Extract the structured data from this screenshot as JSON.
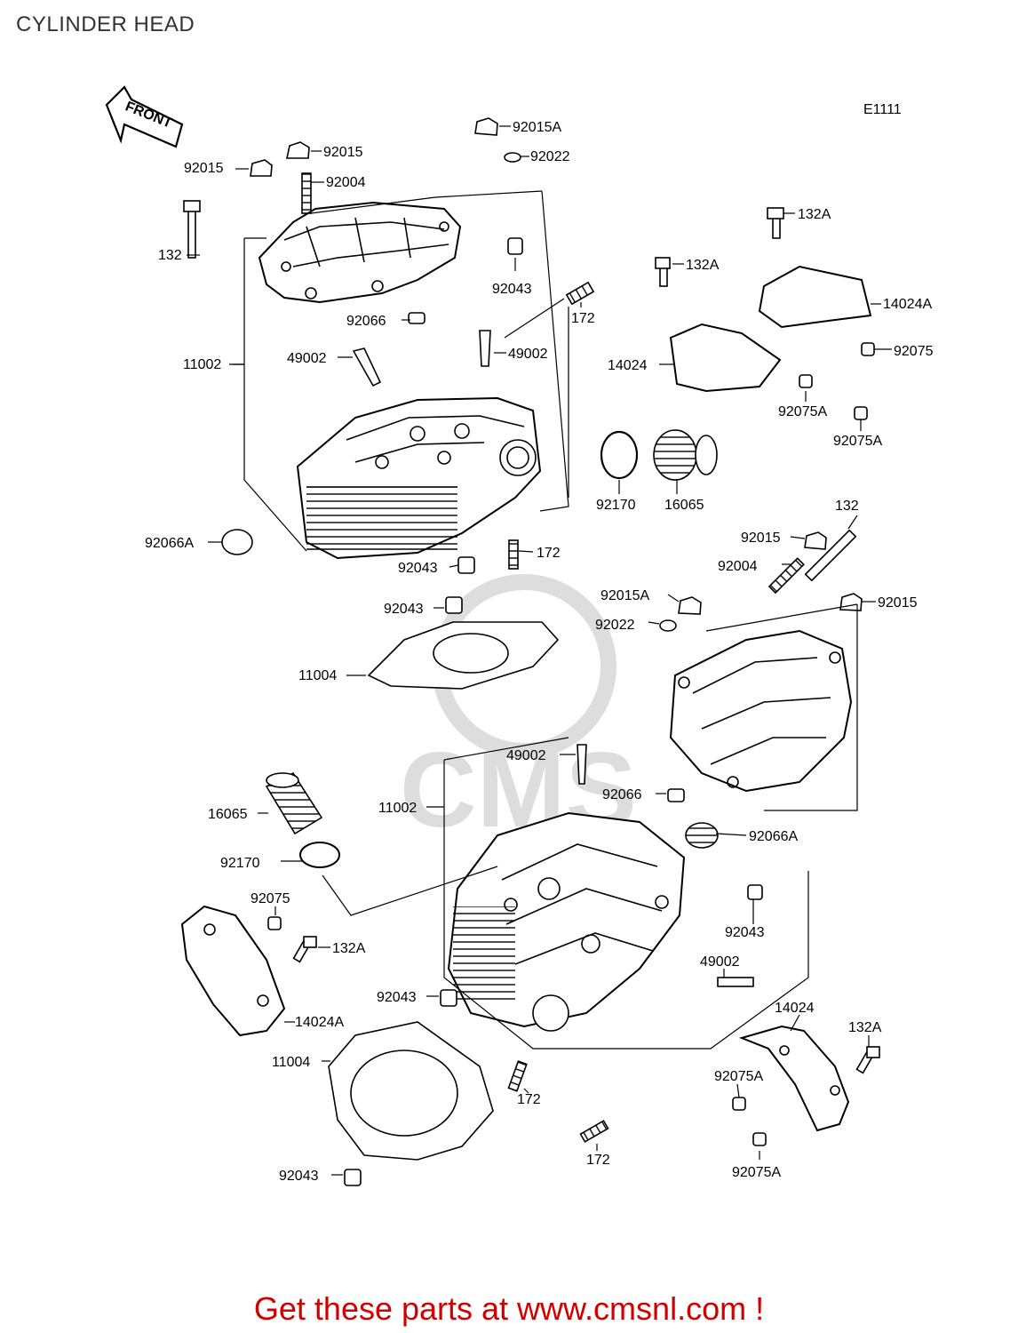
{
  "header": {
    "title": "CYLINDER HEAD",
    "code": "E1111"
  },
  "front_arrow_label": "FRONT",
  "footer": {
    "text": "Get these parts at www.cmsnl.com !"
  },
  "labels": {
    "l01": "92015A",
    "l02": "92015",
    "l03": "92022",
    "l04": "92015",
    "l05": "92004",
    "l06": "132",
    "l07": "92043",
    "l08": "172",
    "l09": "132A",
    "l10": "132A",
    "l11": "14024A",
    "l12": "92066",
    "l13": "11002",
    "l14": "49002",
    "l15": "49002",
    "l16": "14024",
    "l17": "92075",
    "l18": "92075A",
    "l19": "92075A",
    "l20": "92170",
    "l21": "16065",
    "l22": "92066A",
    "l23": "132",
    "l24": "92015",
    "l25": "92043",
    "l26": "172",
    "l27": "92004",
    "l28": "92043",
    "l29": "92015A",
    "l30": "92015",
    "l31": "92022",
    "l32": "11004",
    "l33": "49002",
    "l34": "16065",
    "l35": "11002",
    "l36": "92066",
    "l37": "92066A",
    "l38": "92170",
    "l39": "92075",
    "l40": "132A",
    "l41": "92043",
    "l42": "49002",
    "l43": "92043",
    "l44": "14024A",
    "l45": "14024",
    "l46": "132A",
    "l47": "11004",
    "l48": "92075A",
    "l49": "172",
    "l50": "172",
    "l51": "92075A",
    "l52": "92043"
  }
}
